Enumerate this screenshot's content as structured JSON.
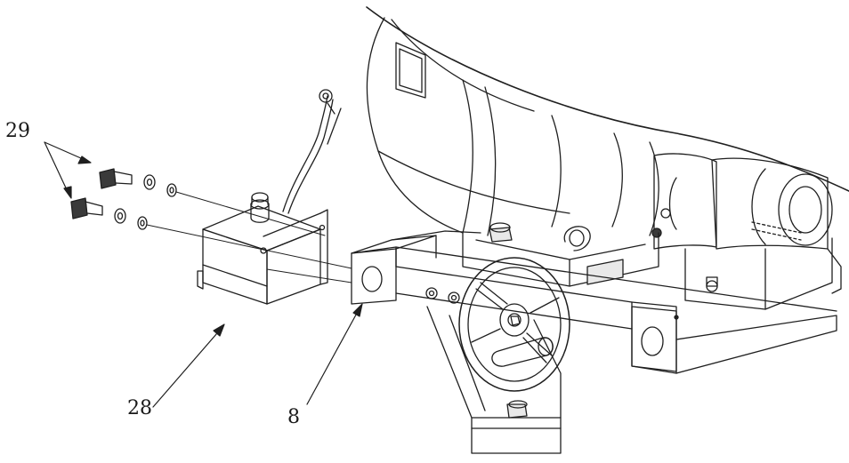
{
  "callouts": [
    {
      "id": "29",
      "label": "29",
      "part": "bolts-and-washers"
    },
    {
      "id": "28",
      "label": "28",
      "part": "limit-switch-box"
    },
    {
      "id": "8",
      "label": "8",
      "part": "base-frame"
    }
  ],
  "colors": {
    "line": "#1f1f1f",
    "background": "#ffffff",
    "shade": "#e9e9e9",
    "dark": "#3a3a3a"
  }
}
